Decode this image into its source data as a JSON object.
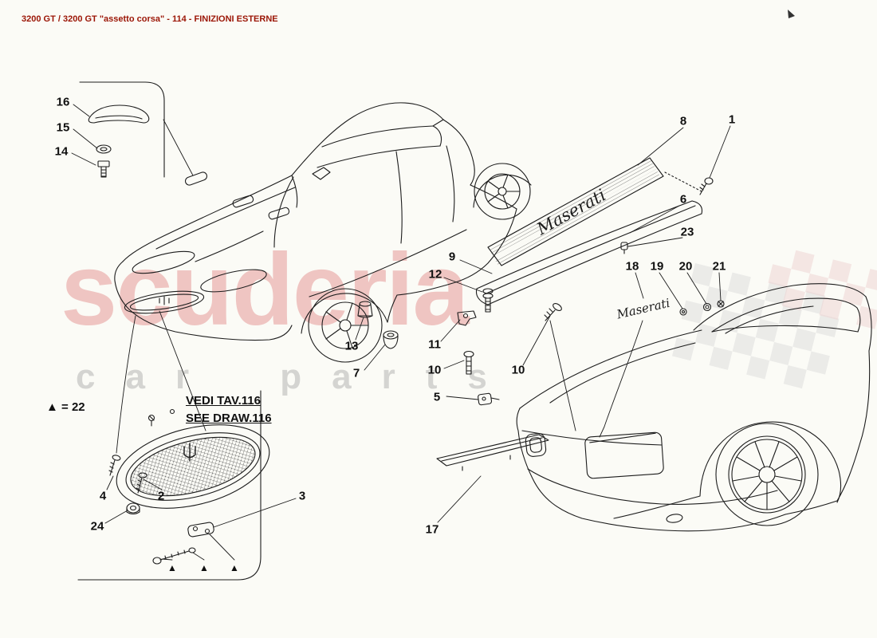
{
  "header": {
    "title": "3200 GT / 3200 GT \"assetto corsa\" - 114 - FINIZIONI ESTERNE"
  },
  "watermark": {
    "brand": "scuderia",
    "subbrand": "car parts"
  },
  "legend": {
    "triangle_note": "▲ = 22",
    "ref_it": "VEDI TAV.116",
    "ref_en": "SEE DRAW.116"
  },
  "badges": {
    "sill_script": "Maserati",
    "trunk_script": "Maserati"
  },
  "markers": {
    "triangle": "▲"
  },
  "callouts": [
    {
      "label": "16"
    },
    {
      "label": "15"
    },
    {
      "label": "14"
    },
    {
      "label": "8"
    },
    {
      "label": "1"
    },
    {
      "label": "6"
    },
    {
      "label": "23"
    },
    {
      "label": "9"
    },
    {
      "label": "12"
    },
    {
      "label": "18"
    },
    {
      "label": "19"
    },
    {
      "label": "20"
    },
    {
      "label": "21"
    },
    {
      "label": "13"
    },
    {
      "label": "11"
    },
    {
      "label": "10"
    },
    {
      "label": "10"
    },
    {
      "label": "7"
    },
    {
      "label": "5"
    },
    {
      "label": "17"
    },
    {
      "label": "4"
    },
    {
      "label": "2"
    },
    {
      "label": "24"
    },
    {
      "label": "3"
    }
  ],
  "colors": {
    "title": "#9b1505",
    "line": "#1c1c1c",
    "watermark_red": "#de6e6e",
    "watermark_gray": "#a5a5a5"
  }
}
